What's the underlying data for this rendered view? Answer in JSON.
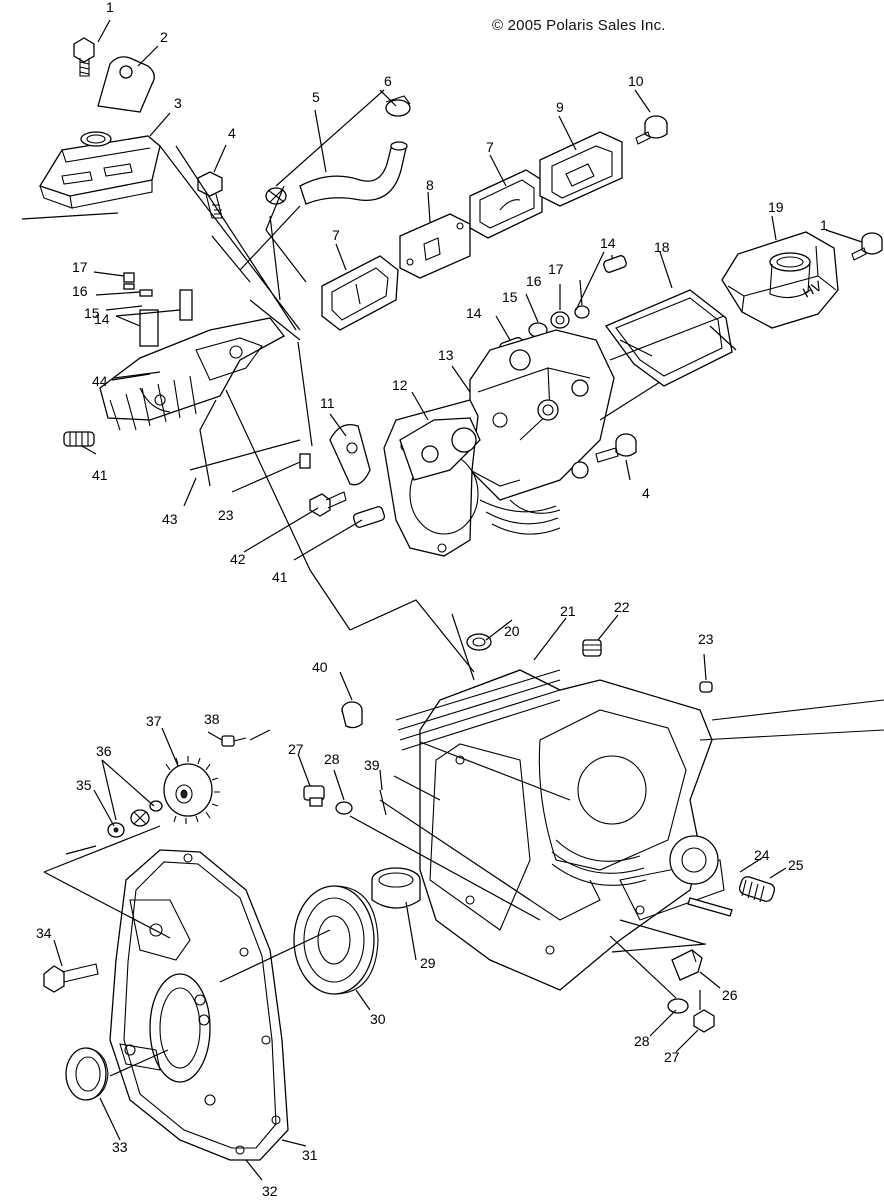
{
  "copyright": "© 2005 Polaris Sales Inc.",
  "cover_lettering": "HV",
  "callouts": [
    "1",
    "2",
    "3",
    "4",
    "5",
    "6",
    "7",
    "8",
    "9",
    "10",
    "11",
    "12",
    "13",
    "14",
    "15",
    "16",
    "17",
    "18",
    "19",
    "20",
    "21",
    "22",
    "23",
    "24",
    "25",
    "26",
    "27",
    "28",
    "29",
    "30",
    "31",
    "32",
    "33",
    "34",
    "35",
    "36",
    "37",
    "38",
    "39",
    "40",
    "41",
    "42",
    "43",
    "44"
  ]
}
